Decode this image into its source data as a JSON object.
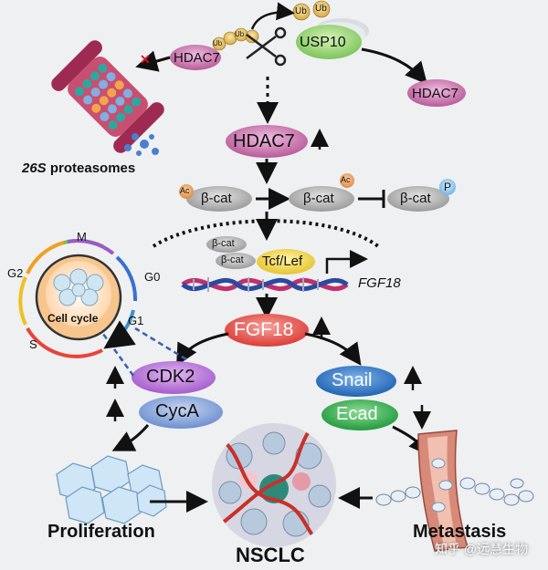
{
  "labels": {
    "hdac7_left": "HDAC7",
    "usp10": "USP10",
    "hdac7_right": "HDAC7",
    "ub": "Ub",
    "hdac7_center": "HDAC7",
    "proteasome_prefix": "26S",
    "proteasome_suffix": " proteasomes",
    "bcat1": "β-cat",
    "bcat2": "β-cat",
    "bcat3": "β-cat",
    "ac": "Ac",
    "p": "P",
    "bcat_nuc1": "β-cat",
    "bcat_nuc2": "β-cat",
    "tcf": "Tcf/Lef",
    "fgf18_gene": "FGF18",
    "fgf18": "FGF18",
    "cdk2": "CDK2",
    "cyca": "CycA",
    "snail": "Snail",
    "ecad": "Ecad",
    "cell_cycle": "Cell cycle",
    "m": "M",
    "g0": "G0",
    "g1": "G1",
    "g2": "G2",
    "s": "S",
    "proliferation": "Proliferation",
    "metastasis": "Metastasis",
    "nsclc": "NSCLC",
    "watermark": "知乎 @远慧生物"
  },
  "colors": {
    "hdac7": "#c46fa8",
    "usp10": "#8ed06a",
    "bcat": "#a9a9a9",
    "tcf": "#f0d040",
    "fgf18": "#e8504a",
    "cdk2": "#b56fd6",
    "cyca": "#7e9fd8",
    "snail": "#2c77c8",
    "ecad": "#2da84a"
  }
}
